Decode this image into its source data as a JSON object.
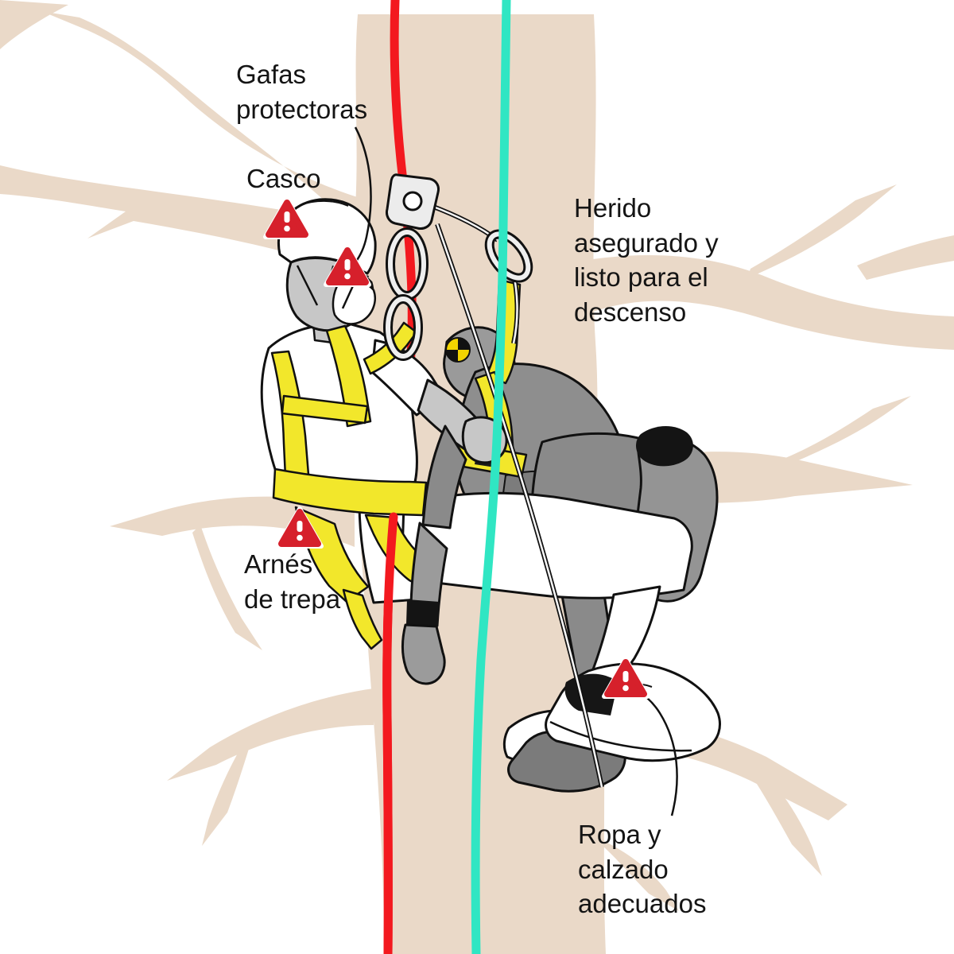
{
  "diagram": {
    "labels": {
      "goggles": [
        "Gafas",
        "protectoras"
      ],
      "helmet": [
        "Casco"
      ],
      "injured": [
        "Herido",
        "asegurado y",
        "listo para el",
        "descenso"
      ],
      "harness": [
        "Arnés",
        "de trepa"
      ],
      "clothing": [
        "Ropa y",
        "calzado",
        "adecuados"
      ]
    },
    "icons": {
      "warning": "warning-triangle-exclamation",
      "warning_count": 4,
      "warning_locations": [
        "helmet",
        "goggles",
        "harness",
        "footwear"
      ]
    },
    "colors": {
      "background": "#ffffff",
      "tree": "#ead9c8",
      "rope_left": "#f3191f",
      "rope_right": "#30e6c3",
      "harness": "#f2e72b",
      "warning": "#d6202b",
      "dummy_body": "#8e8e8e",
      "skin": "#c7c7c7",
      "text": "#141414"
    }
  }
}
